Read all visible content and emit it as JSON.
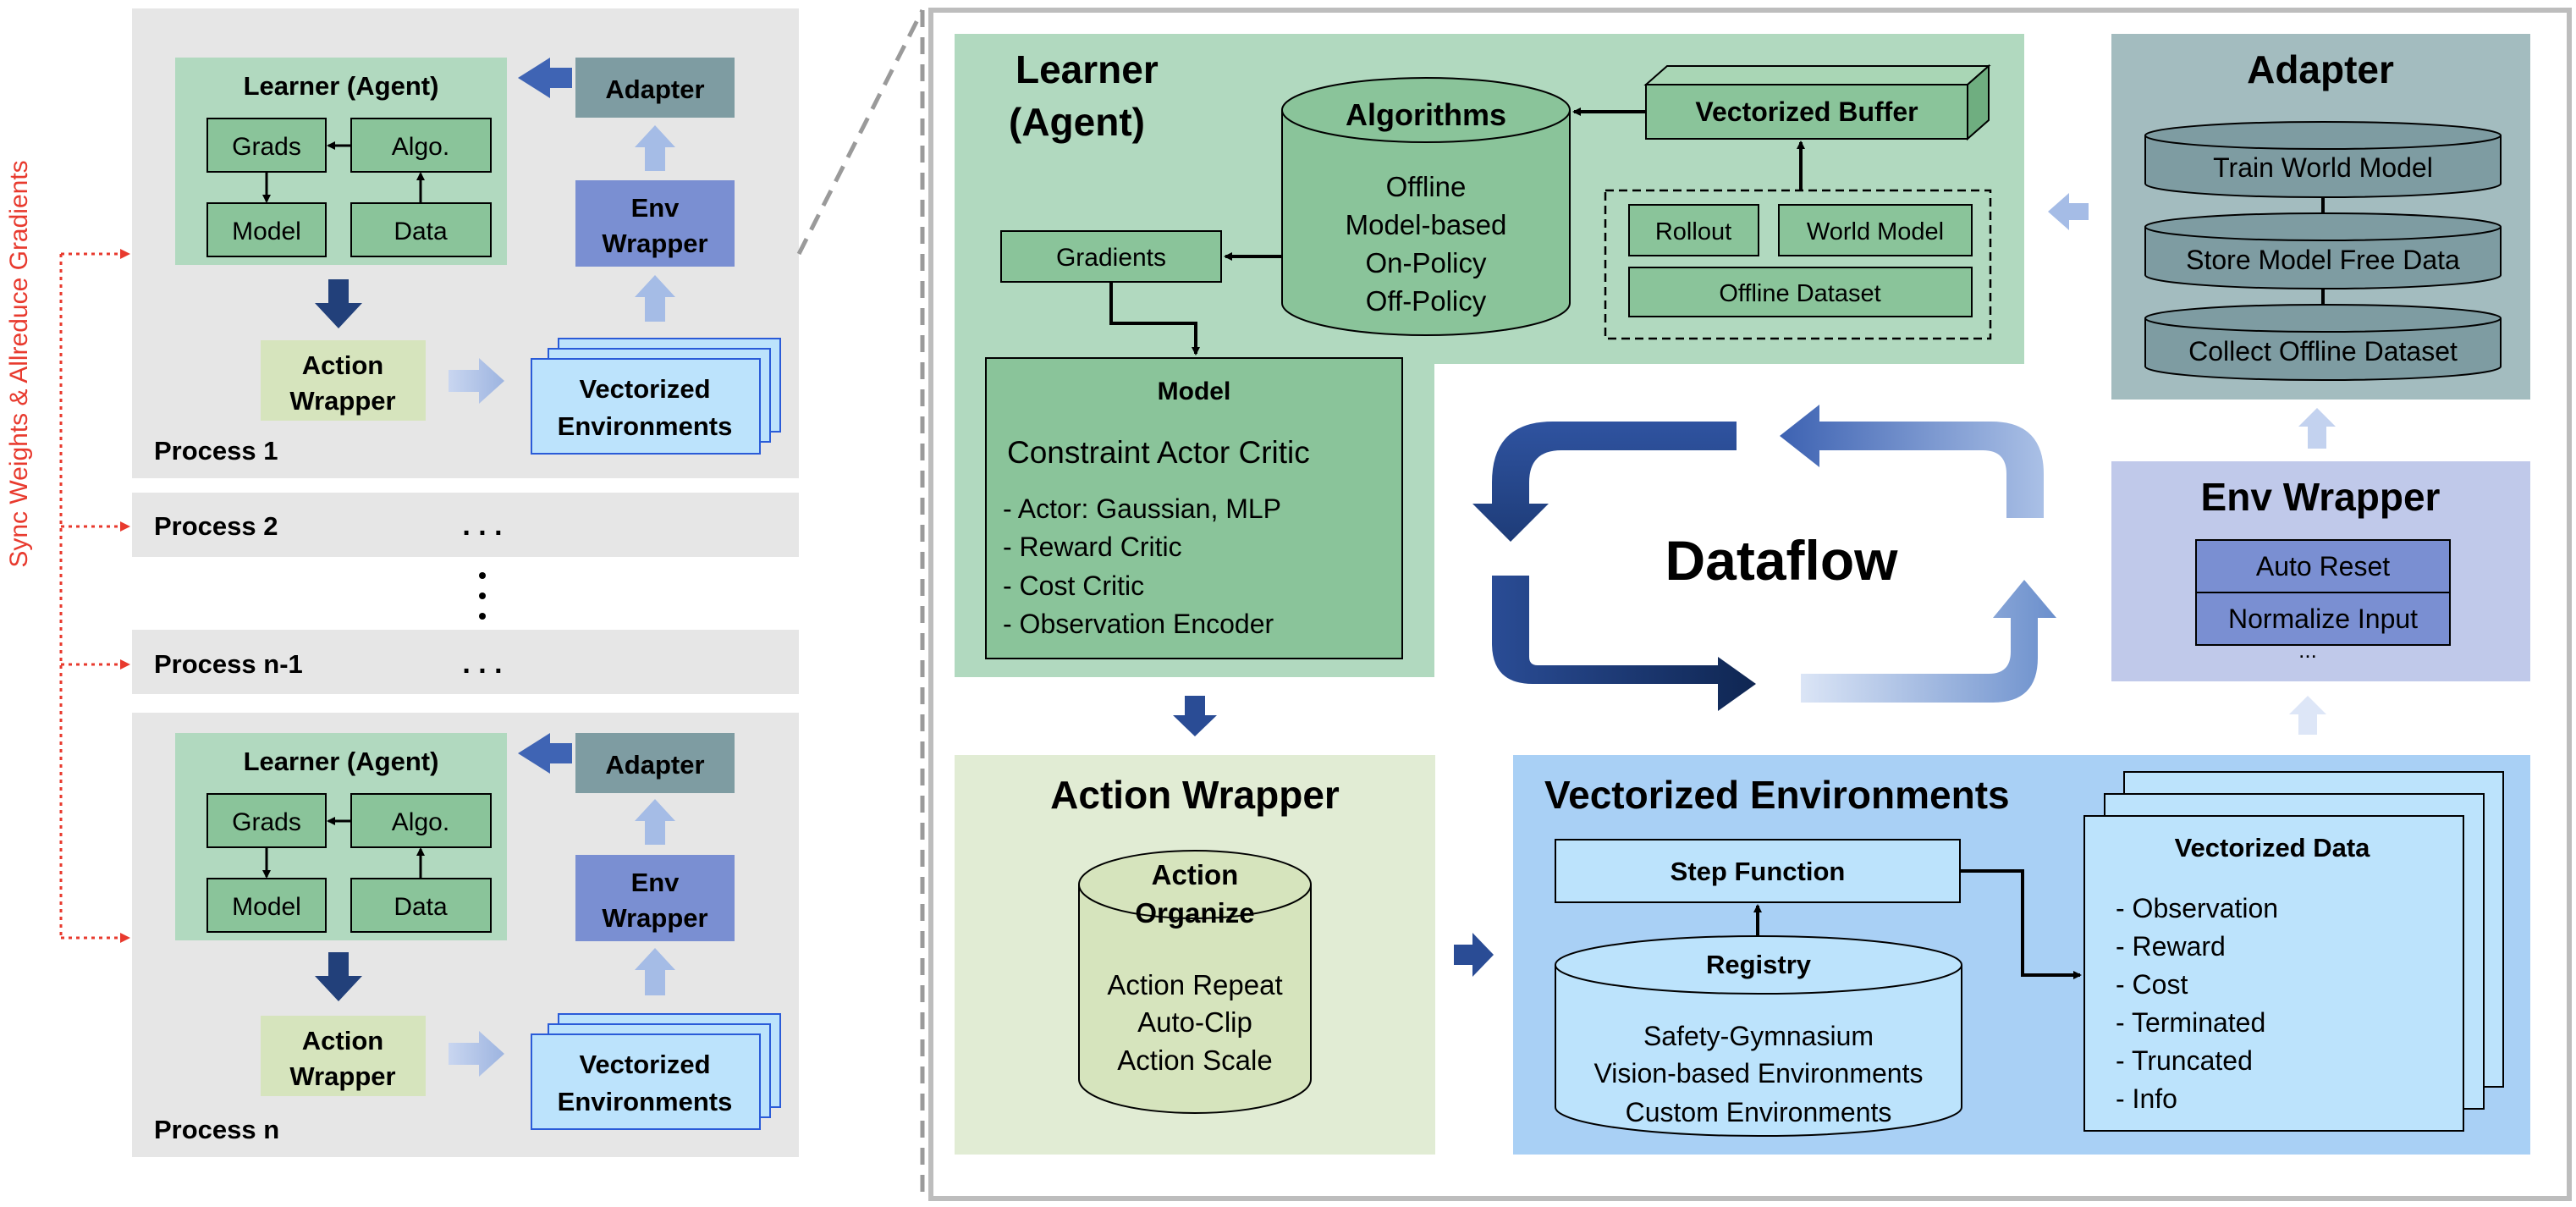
{
  "left_panel": {
    "side_label": "Sync Weights & Allreduce Gradients",
    "learner_title": "Learner (Agent)",
    "grads": "Grads",
    "algo": "Algo.",
    "model": "Model",
    "data": "Data",
    "adapter": "Adapter",
    "env_wrapper": [
      "Env",
      "Wrapper"
    ],
    "action_wrapper": [
      "Action",
      "Wrapper"
    ],
    "vectorized_envs": [
      "Vectorized",
      "Environments"
    ],
    "process_1": "Process 1",
    "process_2": "Process 2",
    "process_n1": "Process n-1",
    "process_n": "Process n",
    "ellipsis_h": ". . .",
    "ellipsis_v": "⋮"
  },
  "main": {
    "learner": {
      "title": [
        "Learner",
        "(Agent)"
      ],
      "algorithms_title": "Algorithms",
      "algorithms_items": [
        "Offline",
        "Model-based",
        "On-Policy",
        "Off-Policy"
      ],
      "vectorized_buffer": "Vectorized Buffer",
      "rollout": "Rollout",
      "world_model": "World Model",
      "offline_dataset": "Offline Dataset",
      "gradients": "Gradients",
      "model_title": "Model",
      "model_subtitle": "Constraint Actor Critic",
      "model_items": [
        "- Actor: Gaussian, MLP",
        "- Reward Critic",
        "- Cost Critic",
        "- Observation Encoder"
      ]
    },
    "adapter": {
      "title": "Adapter",
      "items": [
        "Train World Model",
        "Store Model Free Data",
        "Collect Offline Dataset"
      ]
    },
    "env_wrapper": {
      "title": "Env Wrapper",
      "items": [
        "Auto Reset",
        "Normalize Input"
      ],
      "more": "..."
    },
    "dataflow": "Dataflow",
    "action_wrapper": {
      "title": "Action Wrapper",
      "cyl_title": [
        "Action",
        "Organize"
      ],
      "items": [
        "Action Repeat",
        "Auto-Clip",
        "Action Scale"
      ]
    },
    "vectorized_envs": {
      "title": "Vectorized Environments",
      "step_function": "Step Function",
      "registry_title": "Registry",
      "registry_items": [
        "Safety-Gymnasium",
        "Vision-based Environments",
        "Custom Environments"
      ],
      "data_title": "Vectorized Data",
      "data_items": [
        "- Observation",
        "- Reward",
        "- Cost",
        "- Terminated",
        "- Truncated",
        "- Info"
      ]
    }
  },
  "colors": {
    "learner_bg": "#b1d9bf",
    "learner_box": "#8ac49a",
    "adapter_bg": "#a3bcbf",
    "adapter_box": "#7e9ca2",
    "env_wrapper_bg": "#c0c9ea",
    "env_wrapper_box": "#7a8fd2",
    "action_bg": "#e1ecd4",
    "action_box": "#d6e4bd",
    "vec_bg": "#a9d0f5",
    "vec_box": "#bce3fc",
    "process_bg": "#e6e6e6",
    "dark_arrow": "#22407a",
    "mid_arrow": "#3f64b4",
    "light_arrow": "#a5bce6",
    "red": "#e83a2e"
  }
}
